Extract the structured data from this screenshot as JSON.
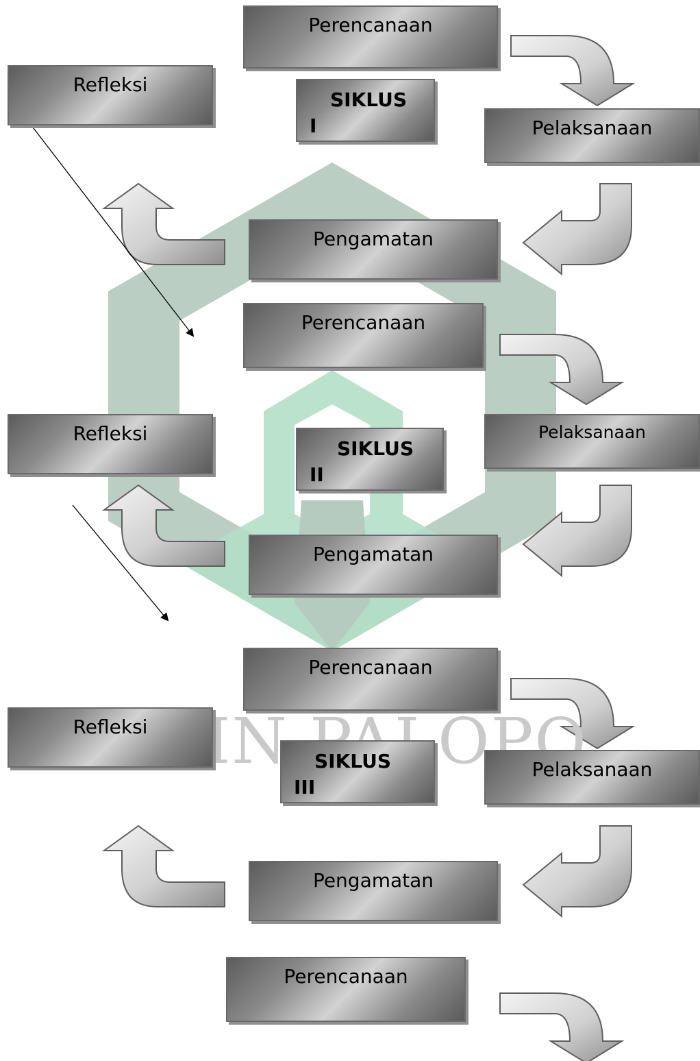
{
  "colors": {
    "watermark_outer": "#b6cbc0",
    "watermark_inner": "#b3dfc8",
    "arrow_fill_light": "#f2f2f2",
    "arrow_fill_dark": "#9a9a9a",
    "arrow_stroke": "#5f5f5f"
  },
  "watermark_text": "IN PALOPO",
  "cycles": [
    {
      "planning": "Perencanaan",
      "acting": "Pelaksanaan",
      "observing": "Pengamatan",
      "reflecting": "Refleksi",
      "label_line1": "SIKLUS",
      "label_line2": "I"
    },
    {
      "planning": "Perencanaan",
      "acting": "Pelaksanaan",
      "observing": "Pengamatan",
      "reflecting": "Refleksi",
      "label_line1": "SIKLUS",
      "label_line2": "II"
    },
    {
      "planning": "Perencanaan",
      "acting": "Pelaksanaan",
      "observing": "Pengamatan",
      "reflecting": "Refleksi",
      "label_line1": "SIKLUS",
      "label_line2": "III"
    }
  ],
  "final": {
    "planning": "Perencanaan"
  }
}
